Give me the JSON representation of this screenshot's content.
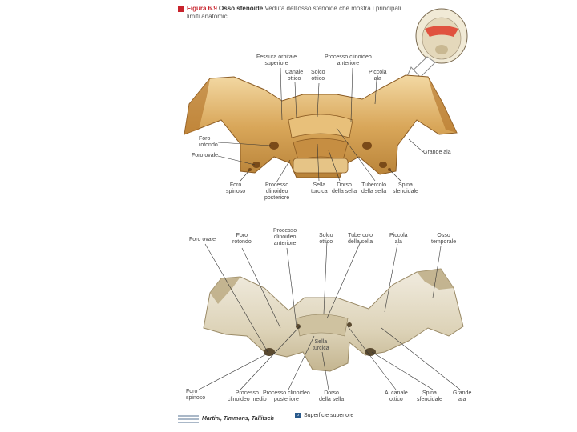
{
  "caption": {
    "figure": "Figura 6.9",
    "title": "Osso sfenoide",
    "text": "Veduta dell'osso sfenoide che mostra i principali limiti anatomici."
  },
  "top_labels": {
    "fessura_orbitale": [
      "Fessura orbitale",
      "superiore"
    ],
    "processo_clinoideo_anteriore": [
      "Processo clinoideo",
      "anteriore"
    ],
    "canale_ottico": [
      "Canale",
      "ottico"
    ],
    "solco_ottico": [
      "Solco",
      "ottico"
    ],
    "piccola_ala": [
      "Piccola",
      "ala"
    ],
    "foro_rotondo": [
      "Foro",
      "rotondo"
    ],
    "foro_ovale": "Foro ovale",
    "grande_ala": "Grande ala",
    "foro_spinoso": [
      "Foro",
      "spinoso"
    ],
    "processo_clinoideo_posteriore": [
      "Processo",
      "clinoideo",
      "posteriore"
    ],
    "sella_turcica": [
      "Sella",
      "turcica"
    ],
    "dorso_della_sella": [
      "Dorso",
      "della sella"
    ],
    "tubercolo_della_sella": [
      "Tubercolo",
      "della sella"
    ],
    "spina_sfenoidale": [
      "Spina",
      "sfenoidale"
    ]
  },
  "bottom_labels": {
    "foro_ovale": "Foro ovale",
    "foro_rotondo": [
      "Foro",
      "rotondo"
    ],
    "processo_clinoideo_anteriore": [
      "Processo",
      "clinoideo",
      "anteriore"
    ],
    "solco_ottico": [
      "Solco",
      "ottico"
    ],
    "tubercolo_della_sella": [
      "Tubercolo",
      "della sella"
    ],
    "piccola_ala": [
      "Piccola",
      "ala"
    ],
    "osso_temporale": [
      "Osso",
      "temporale"
    ],
    "sella_turcica": [
      "Sella",
      "turcica"
    ],
    "foro_spinoso": [
      "Foro",
      "spinoso"
    ],
    "processo_clinoideo_medio": [
      "Processo",
      "clinoideo medio"
    ],
    "processo_clinoideo_posteriore": [
      "Processo clinoideo",
      "posteriore"
    ],
    "dorso_della_sella": [
      "Dorso",
      "della sella"
    ],
    "canale_ottico": [
      "Al canale",
      "ottico"
    ],
    "spina_sfenoidale": [
      "Spina",
      "sfenoidale"
    ],
    "grande_ala": [
      "Grande",
      "ala"
    ]
  },
  "footer": {
    "authors": "Martini, Timmons, Tallitsch",
    "view_label": "Superficie superiore",
    "view_marker": "b"
  },
  "colors": {
    "accent_red": "#c8232c",
    "bone_illustration": "#d8a85a",
    "bone_photo": "#e3dcc6"
  }
}
